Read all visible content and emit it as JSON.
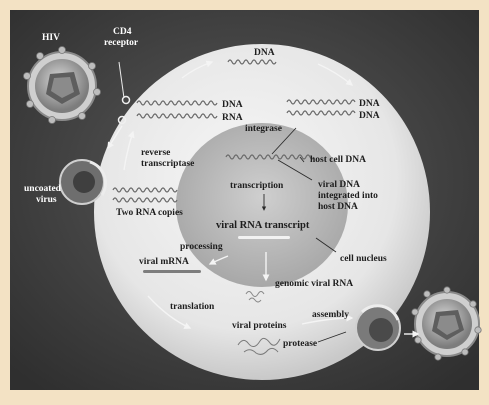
{
  "diagram": {
    "labels": {
      "hiv": "HIV",
      "cd4_line1": "CD4",
      "cd4_line2": "receptor",
      "uncoated_line1": "uncoated",
      "uncoated_line2": "virus",
      "dna_top": "DNA",
      "dna_left": "DNA",
      "rna_left": "RNA",
      "dna_right1": "DNA",
      "dna_right2": "DNA",
      "integrase": "integrase",
      "host_cell_dna": "host cell DNA",
      "reverse_line1": "reverse",
      "reverse_line2": "transcriptase",
      "two_rna": "Two RNA copies",
      "transcription": "transcription",
      "viral_dna_line1": "viral DNA",
      "viral_dna_line2": "integrated into",
      "viral_dna_line3": "host DNA",
      "viral_rna_transcript": "viral RNA transcript",
      "processing": "processing",
      "cell_nucleus": "cell nucleus",
      "viral_mrna": "viral mRNA",
      "genomic_viral_rna": "genomic viral RNA",
      "translation": "translation",
      "assembly": "assembly",
      "viral_proteins": "viral proteins",
      "protease": "protease"
    },
    "colors": {
      "background": "#3a3a3a",
      "border": "#f3e2c4",
      "cell": "#e8e8e8",
      "nucleus": "#b9b9b9",
      "virus": "#9a9a9a"
    }
  }
}
